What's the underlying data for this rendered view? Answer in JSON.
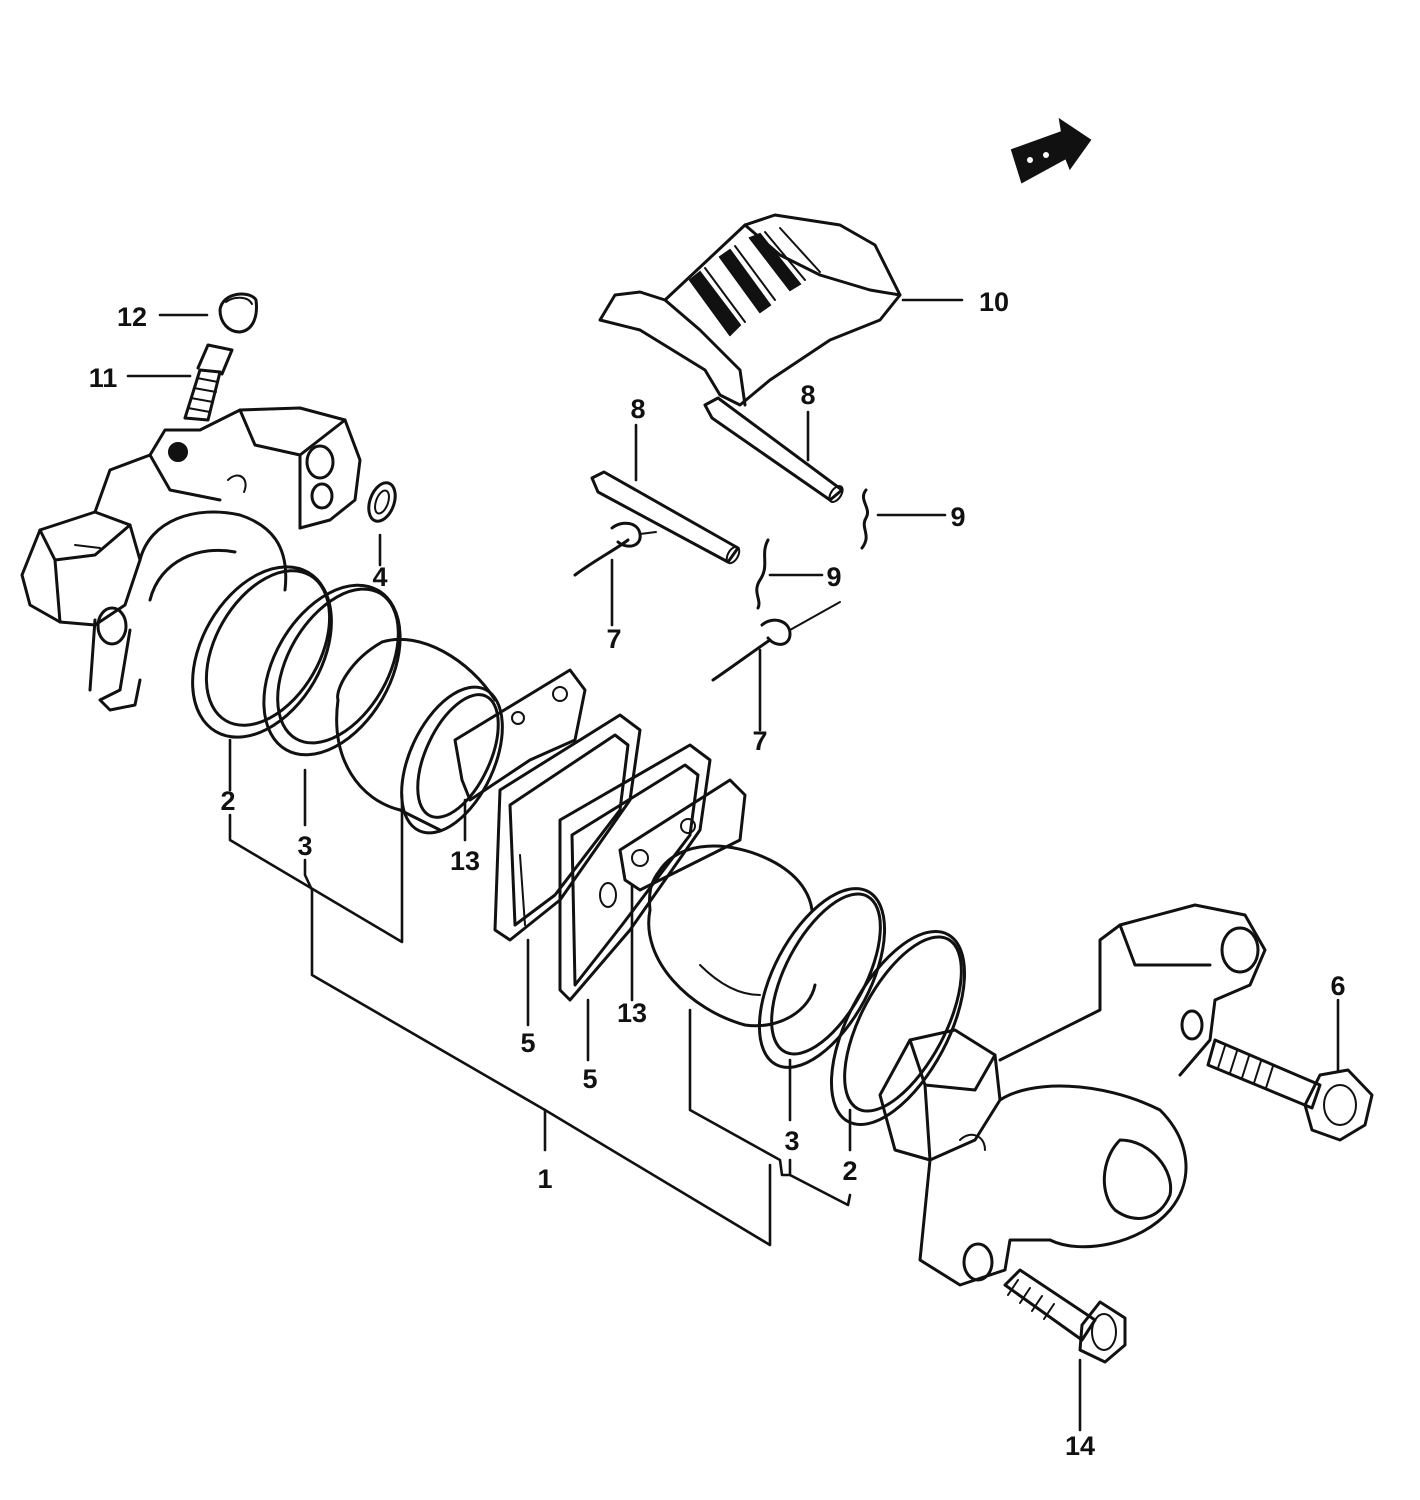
{
  "callouts": {
    "c1": "1",
    "c2a": "2",
    "c2b": "2",
    "c3a": "3",
    "c3b": "3",
    "c4": "4",
    "c5a": "5",
    "c5b": "5",
    "c6": "6",
    "c7a": "7",
    "c7b": "7",
    "c8a": "8",
    "c8b": "8",
    "c9a": "9",
    "c9b": "9",
    "c10": "10",
    "c11": "11",
    "c12": "12",
    "c13a": "13",
    "c13b": "13",
    "c14": "14"
  }
}
